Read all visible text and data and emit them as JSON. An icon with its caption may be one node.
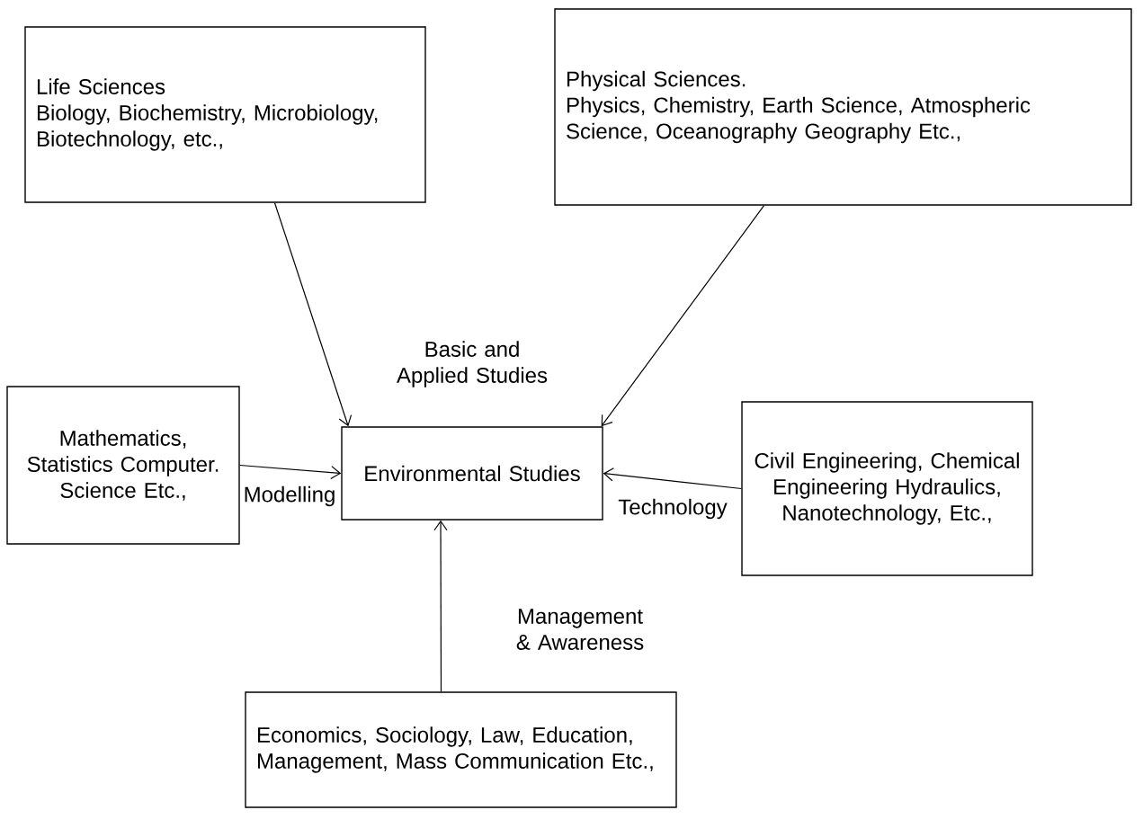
{
  "diagram": {
    "nodes": [
      {
        "text": [
          "Life Sciences",
          "Biology, Biochemistry, Microbiology, Biotechnology, etc.,"
        ]
      },
      {
        "text": [
          "Physical Sciences.",
          "Physics, Chemistry, Earth Science, Atmospheric Science, Oceanography Geography Etc.,"
        ]
      },
      {
        "text": [
          "Mathematics, Statistics Computer. Science Etc.,"
        ]
      },
      {
        "text": [
          "Environmental Studies"
        ]
      },
      {
        "text": [
          "Civil Engineering, Chemical Engineering Hydraulics, Nanotechnology, Etc.,"
        ]
      },
      {
        "text": [
          "Economics, Sociology, Law, Education, Management, Mass Communication Etc.,"
        ]
      }
    ],
    "edges": [
      {
        "from": 0,
        "to": 3,
        "arrow": "to"
      },
      {
        "from": 1,
        "to": 3,
        "arrow": "to"
      },
      {
        "from": 2,
        "to": 3,
        "arrow": "to",
        "label": "Modelling"
      },
      {
        "from": 4,
        "to": 3,
        "arrow": "to",
        "label": "Technology"
      },
      {
        "from": 5,
        "to": 3,
        "arrow": "to",
        "label": "Management & Awareness"
      }
    ],
    "labels": [
      "Basic and Applied Studies"
    ]
  }
}
